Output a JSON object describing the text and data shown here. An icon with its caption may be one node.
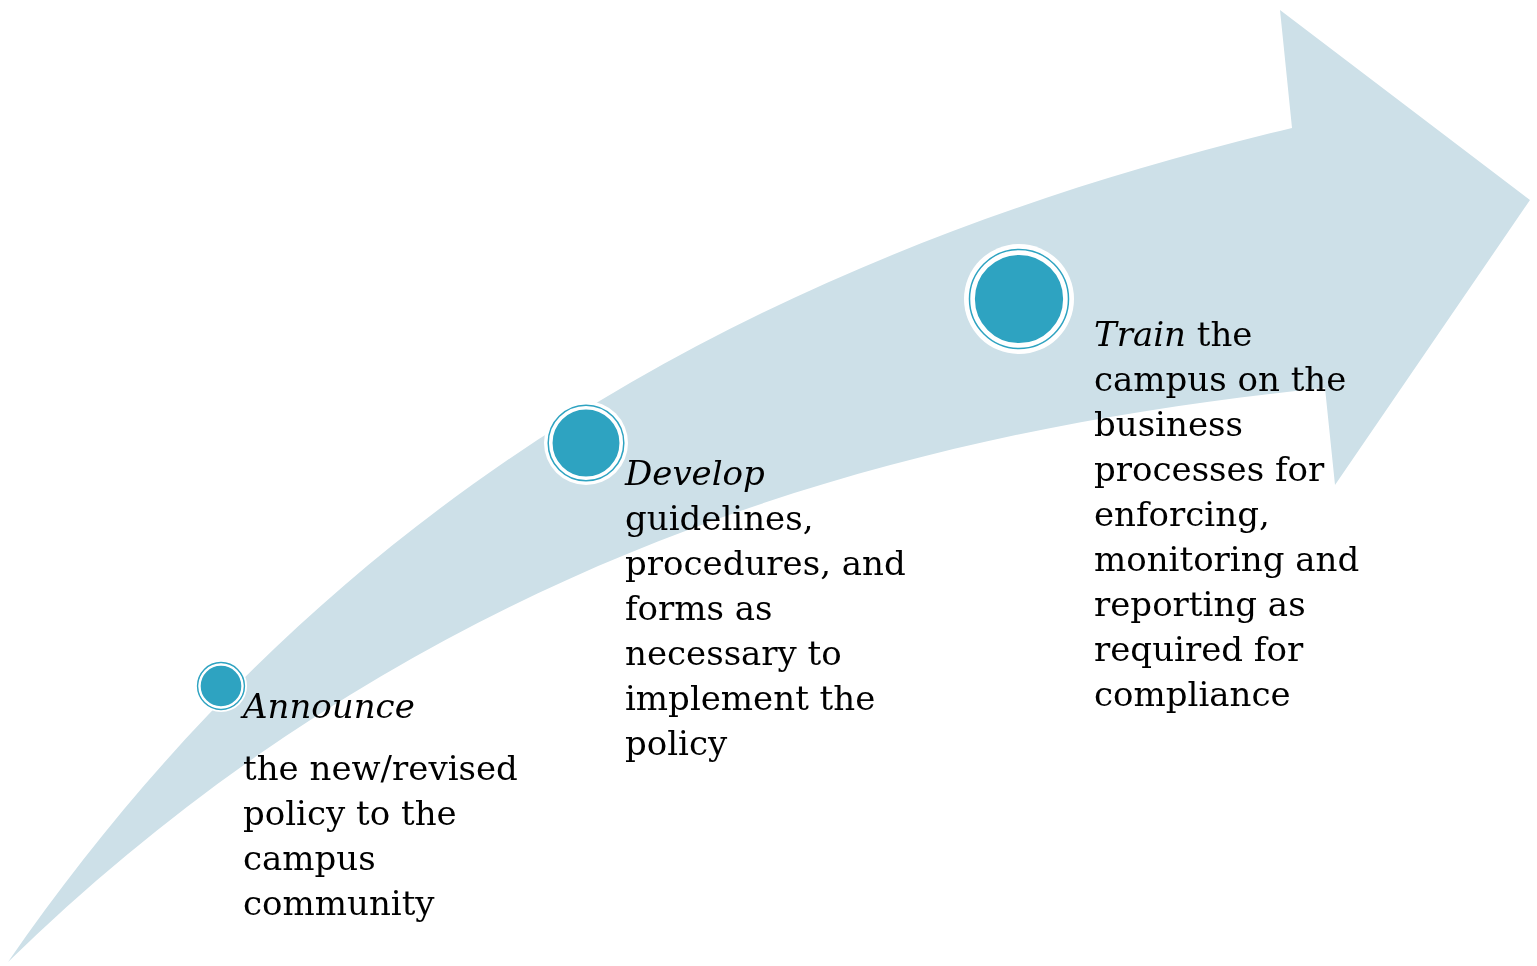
{
  "diagram": {
    "nodes": [
      {
        "text": [],
        "shape": "circle",
        "beside": [
          "Announce",
          "the new/revised policy to the campus community"
        ]
      },
      {
        "text": [],
        "shape": "circle",
        "beside": [
          "*Develop* guidelines, procedures, and forms as necessary to implement the policy"
        ]
      },
      {
        "text": [],
        "shape": "circle",
        "beside": [
          "*Train* the campus on the business processes for enforcing, monitoring and reporting as required for compliance"
        ]
      }
    ],
    "edges": []
  }
}
